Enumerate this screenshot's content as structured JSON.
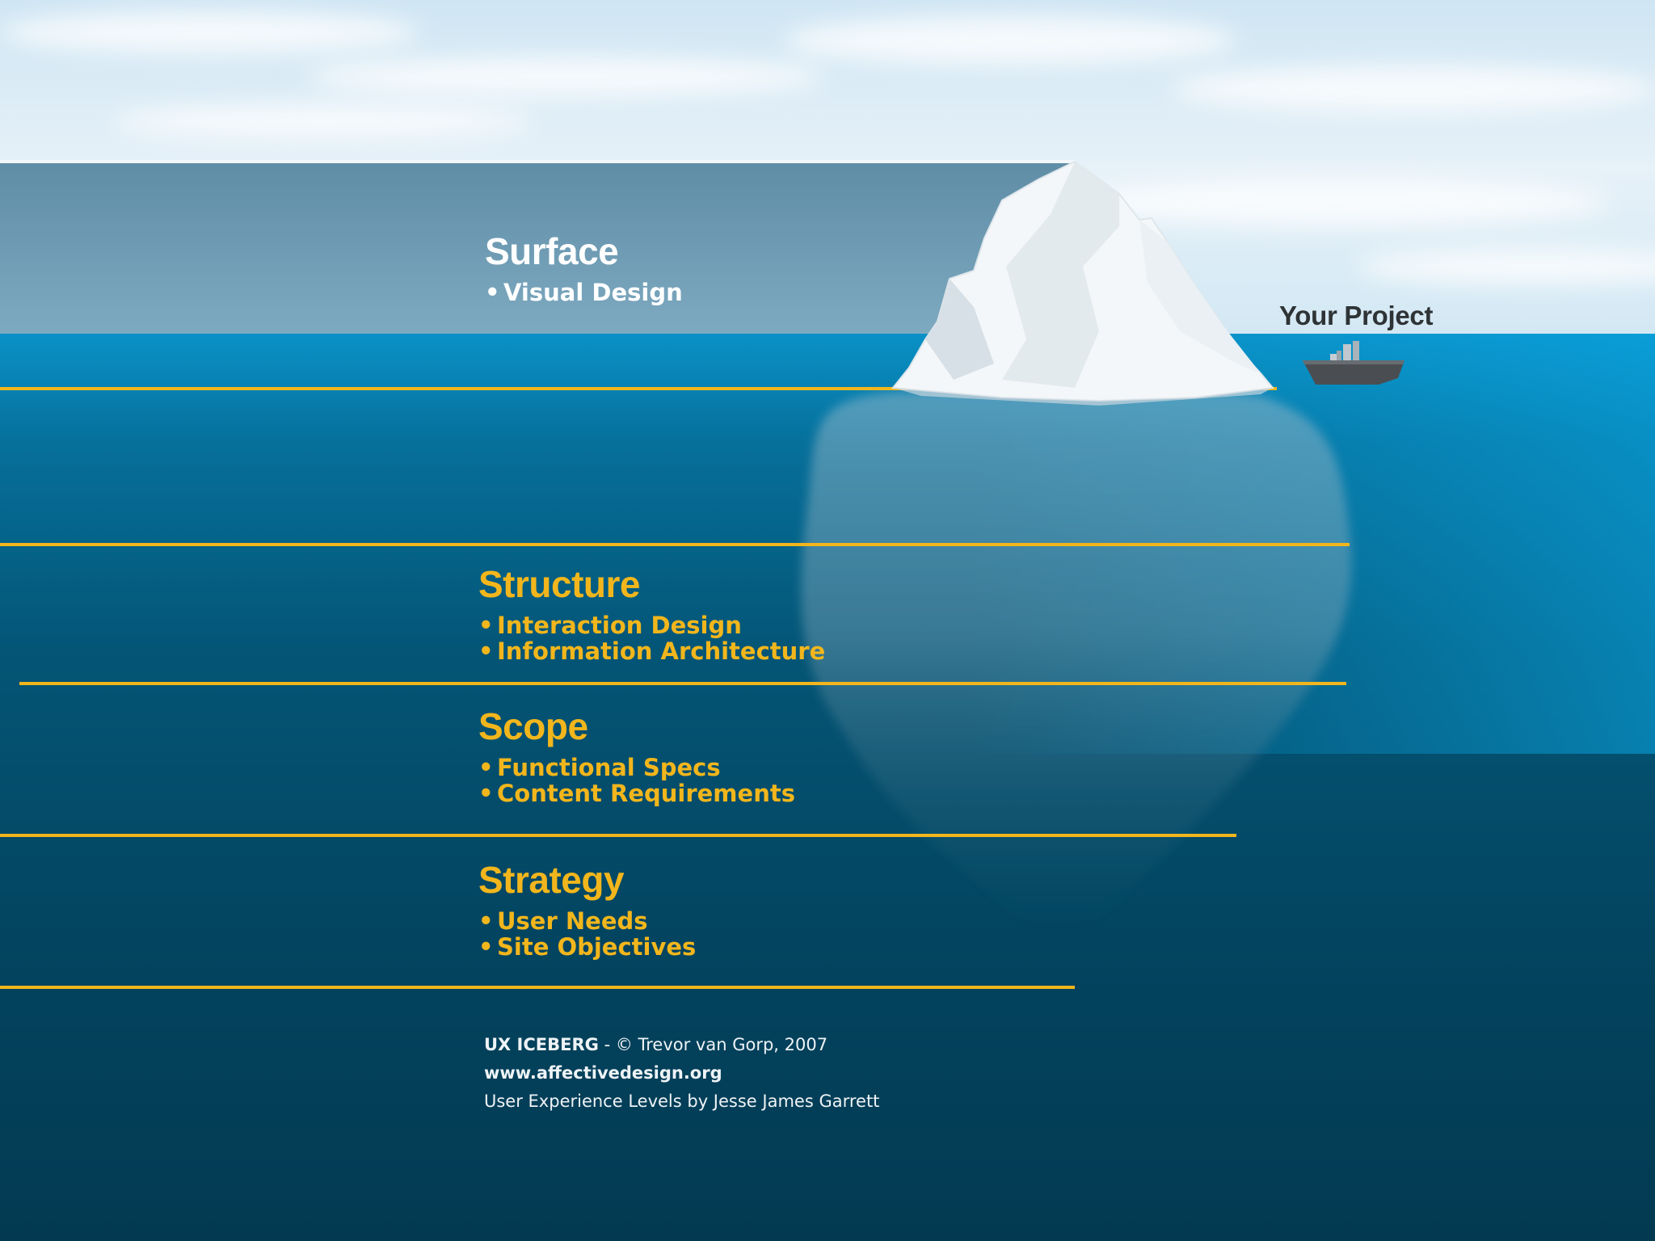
{
  "layers": [
    {
      "id": "surface",
      "title": "Surface",
      "items": [
        "Visual Design"
      ]
    },
    {
      "id": "structure",
      "title": "Structure",
      "items": [
        "Interaction Design",
        "Information Architecture"
      ]
    },
    {
      "id": "scope",
      "title": "Scope",
      "items": [
        "Functional Specs",
        "Content Requirements"
      ]
    },
    {
      "id": "strategy",
      "title": "Strategy",
      "items": [
        "User Needs",
        "Site Objectives"
      ]
    }
  ],
  "bullet": "•",
  "project_label": "Your Project",
  "credits": {
    "name": "UX ICEBERG",
    "copyright": " - © Trevor van Gorp, 2007",
    "url": "www.affectivedesign.org",
    "attribution": "User Experience Levels by Jesse James Garrett"
  },
  "colors": {
    "accent": "#f2b61c",
    "sky": "#e3f0f8",
    "water_surface": "#0b9cd4",
    "deep_water": "#033a52",
    "ice": "#f5f8fa"
  },
  "icons": [
    "iceberg-icon",
    "ship-icon"
  ]
}
